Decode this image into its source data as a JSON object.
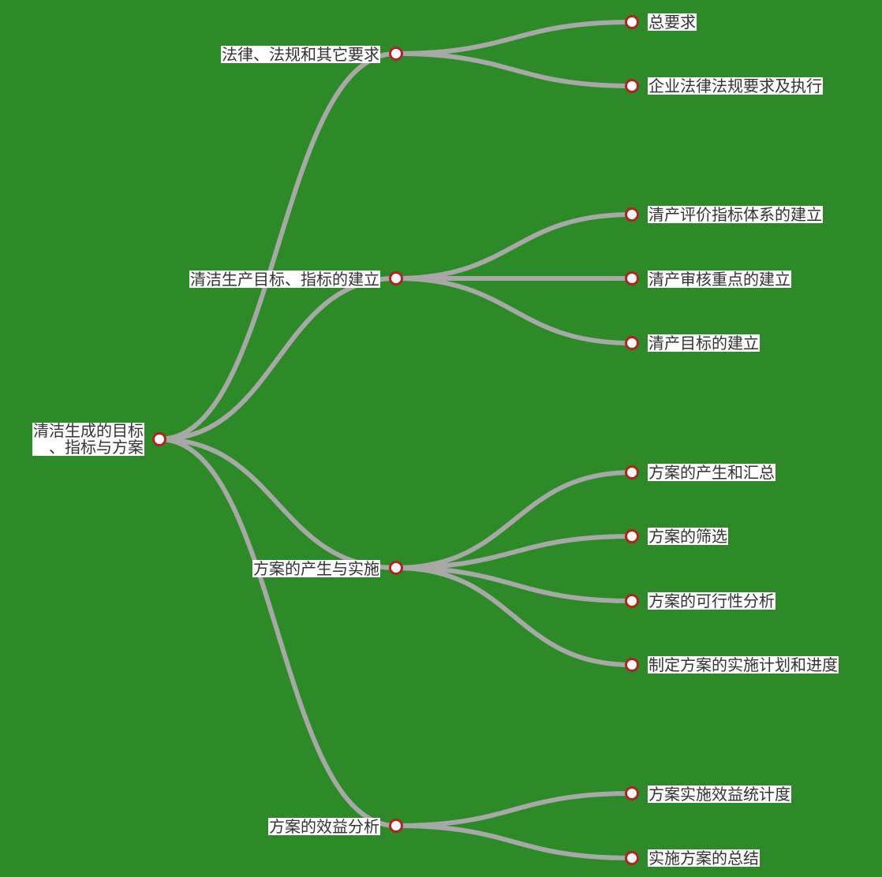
{
  "colors": {
    "background": "#2c8a27",
    "link": "#a8a8a8",
    "node_stroke": "#b22222",
    "node_fill": "#ffffff",
    "label_bg": "#ffffff",
    "label_text": "#333333"
  },
  "root": {
    "line1": "清洁生成的目标",
    "line2": "、指标与方案"
  },
  "branches": [
    {
      "label": "法律、法规和其它要求",
      "children": [
        "总要求",
        "企业法律法规要求及执行"
      ]
    },
    {
      "label": "清洁生产目标、指标的建立",
      "children": [
        "清产评价指标体系的建立",
        "清产审核重点的建立",
        "清产目标的建立"
      ]
    },
    {
      "label": "方案的产生与实施",
      "children": [
        "方案的产生和汇总",
        "方案的筛选",
        "方案的可行性分析",
        "制定方案的实施计划和进度"
      ]
    },
    {
      "label": "方案的效益分析",
      "children": [
        "方案实施效益统计度",
        "实施方案的总结"
      ]
    }
  ]
}
